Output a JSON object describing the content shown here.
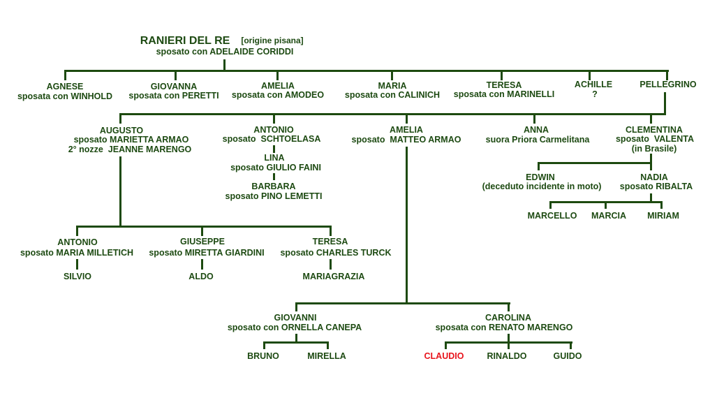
{
  "root": {
    "name": "RANIERI DEL RE",
    "origin": "[origine pisana]",
    "spouse": "sposato con ADELAIDE CORIDDI"
  },
  "gen2": [
    {
      "name": "AGNESE",
      "note": "sposata con WINHOLD"
    },
    {
      "name": "GIOVANNA",
      "note": "sposata con PERETTI"
    },
    {
      "name": "AMELIA",
      "note": "sposata con AMODEO"
    },
    {
      "name": "MARIA",
      "note": "sposata con CALINICH"
    },
    {
      "name": "TERESA",
      "note": "sposata con MARINELLI"
    },
    {
      "name": "ACHILLE",
      "note": "?"
    },
    {
      "name": "PELLEGRINO"
    }
  ],
  "gen3": {
    "augusto": {
      "name": "AUGUSTO",
      "line1": "sposato MARIETTA ARMAO",
      "line2": "2° nozze  JEANNE MARENGO"
    },
    "antonio": {
      "name": "ANTONIO",
      "line1": "sposato  SCHTOELASA"
    },
    "lina": {
      "name": "LINA",
      "line1": "sposato GIULIO FAINI"
    },
    "barbara": {
      "name": "BARBARA",
      "line1": "sposato PINO LEMETTI"
    },
    "amelia": {
      "name": "AMELIA",
      "line1": "sposato  MATTEO ARMAO"
    },
    "anna": {
      "name": "ANNA",
      "line1": "suora Priora Carmelitana"
    },
    "clementina": {
      "name": "CLEMENTINA",
      "line1": "sposato  VALENTA",
      "line2": "(in Brasile)"
    }
  },
  "augusto_children": [
    {
      "name": "ANTONIO",
      "note": "sposato MARIA MILLETICH",
      "child": "SILVIO"
    },
    {
      "name": "GIUSEPPE",
      "note": "sposato MIRETTA GIARDINI",
      "child": "ALDO"
    },
    {
      "name": "TERESA",
      "note": "sposato CHARLES TURCK",
      "child": "MARIAGRAZIA"
    }
  ],
  "clementina_children": {
    "edwin": {
      "name": "EDWIN",
      "note": "(deceduto incidente in moto)"
    },
    "nadia": {
      "name": "NADIA",
      "note": "sposato RIBALTA",
      "children": [
        "MARCELLO",
        "MARCIA",
        "MIRIAM"
      ]
    }
  },
  "amelia_children": {
    "giovanni": {
      "name": "GIOVANNI",
      "note": "sposato con ORNELLA CANEPA",
      "children": [
        "BRUNO",
        "MIRELLA"
      ]
    },
    "carolina": {
      "name": "CAROLINA",
      "note": "sposata con RENATO MARENGO",
      "children": [
        "CLAUDIO",
        "RINALDO",
        "GUIDO"
      ]
    }
  },
  "colors": {
    "text": "#1d4a12",
    "line": "#1d4a0f",
    "highlight": "#e8141c"
  }
}
